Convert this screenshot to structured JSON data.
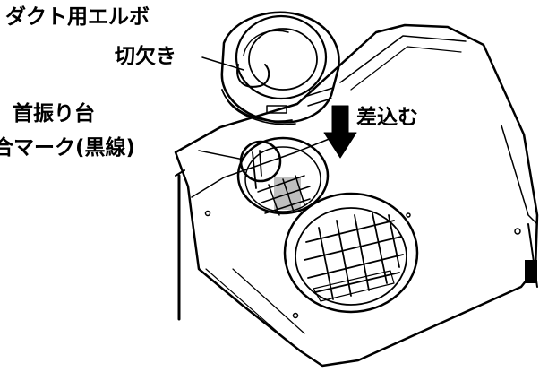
{
  "labels": {
    "duct_elbow": "ダクト用エルボ",
    "notch": "切欠き",
    "swivel_base": "首振り台",
    "alignment_mark": "合マーク(黒線)",
    "insert": "差込む"
  }
}
